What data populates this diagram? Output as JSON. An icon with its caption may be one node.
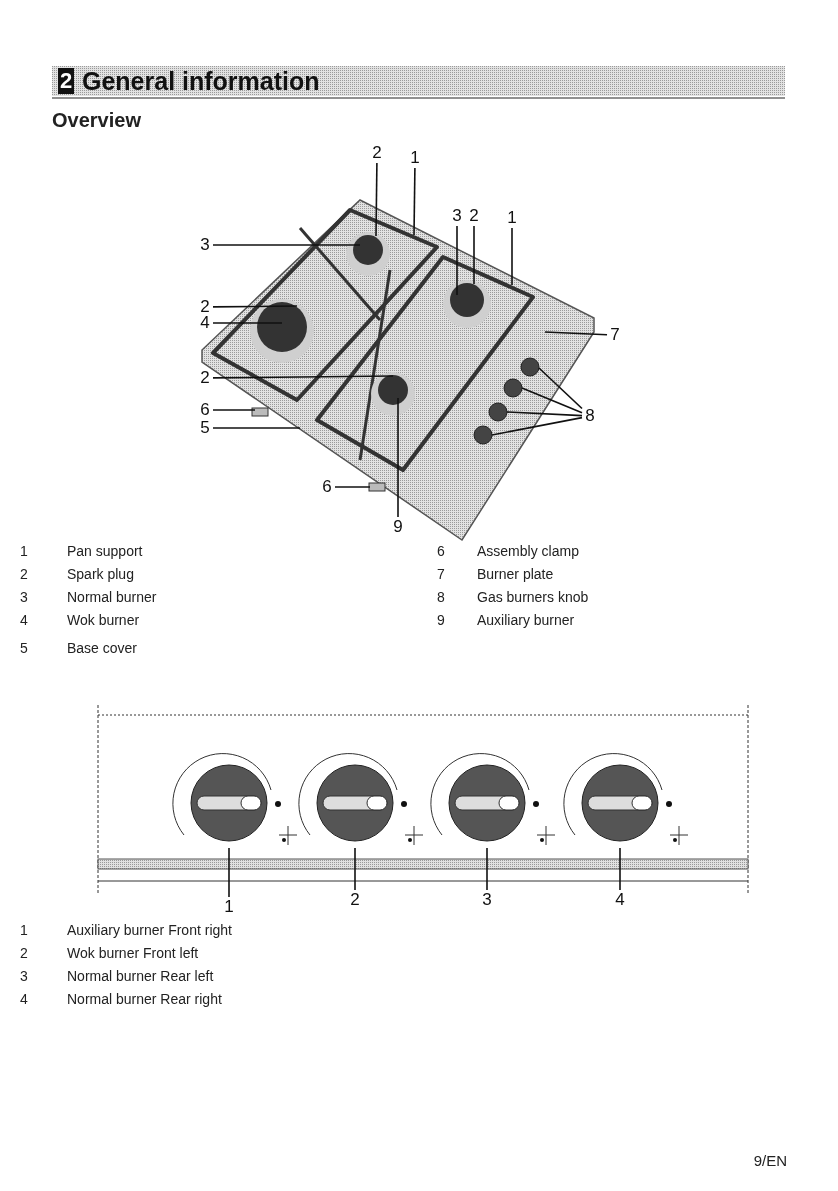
{
  "diagram": {
    "title": "General information",
    "nodes": [
      {
        "text": [
          "2"
        ]
      },
      {
        "text": [
          "1"
        ]
      },
      {
        "text": [
          "3"
        ]
      },
      {
        "text": [
          "2"
        ]
      },
      {
        "text": [
          "1"
        ]
      },
      {
        "text": [
          "3"
        ]
      },
      {
        "text": [
          "2"
        ]
      },
      {
        "text": [
          "4"
        ]
      },
      {
        "text": [
          "2"
        ]
      },
      {
        "text": [
          "6"
        ]
      },
      {
        "text": [
          "5"
        ]
      },
      {
        "text": [
          "6"
        ]
      },
      {
        "text": [
          "9"
        ]
      },
      {
        "text": [
          "7"
        ]
      },
      {
        "text": [
          "8"
        ]
      },
      {
        "text": [
          "1"
        ]
      },
      {
        "text": [
          "2"
        ]
      },
      {
        "text": [
          "3"
        ]
      },
      {
        "text": [
          "4"
        ]
      }
    ],
    "edges": [
      {
        "from": 0,
        "to": null,
        "arrow": "none"
      },
      {
        "from": 1,
        "to": null,
        "arrow": "none"
      },
      {
        "from": 2,
        "to": null,
        "arrow": "none"
      },
      {
        "from": 3,
        "to": null,
        "arrow": "none"
      },
      {
        "from": 4,
        "to": null,
        "arrow": "none"
      },
      {
        "from": 5,
        "to": null,
        "arrow": "none"
      },
      {
        "from": 6,
        "to": null,
        "arrow": "none"
      },
      {
        "from": 7,
        "to": null,
        "arrow": "none"
      },
      {
        "from": 8,
        "to": null,
        "arrow": "none"
      },
      {
        "from": 9,
        "to": null,
        "arrow": "none"
      },
      {
        "from": 10,
        "to": null,
        "arrow": "none"
      },
      {
        "from": 11,
        "to": null,
        "arrow": "none"
      },
      {
        "from": 12,
        "to": null,
        "arrow": "none"
      },
      {
        "from": 13,
        "to": null,
        "arrow": "none"
      },
      {
        "from": 14,
        "to": null,
        "arrow": "none"
      },
      {
        "from": 14,
        "to": null,
        "arrow": "none"
      },
      {
        "from": 14,
        "to": null,
        "arrow": "none"
      },
      {
        "from": 14,
        "to": null,
        "arrow": "none"
      },
      {
        "from": 15,
        "to": null,
        "arrow": "none"
      },
      {
        "from": 16,
        "to": null,
        "arrow": "none"
      },
      {
        "from": 17,
        "to": null,
        "arrow": "none"
      },
      {
        "from": 18,
        "to": null,
        "arrow": "none"
      }
    ],
    "labels": [
      "2",
      "Overview",
      "1",
      "Pan support",
      "6",
      "Assembly clamp",
      "2",
      "Spark plug",
      "7",
      "Burner plate",
      "3",
      "Normal burner",
      "8",
      "Gas burners knob",
      "4",
      "Wok burner",
      "9",
      "Auxiliary burner",
      "5",
      "Base cover",
      "1",
      "Auxiliary burner Front right",
      "2",
      "Wok burner Front left",
      "3",
      "Normal burner Rear left",
      "4",
      "Normal burner Rear right",
      "9/EN"
    ]
  }
}
